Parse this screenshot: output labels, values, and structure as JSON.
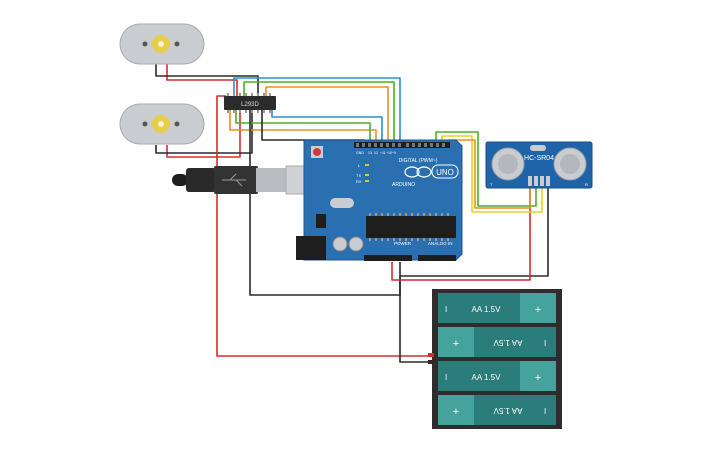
{
  "canvas": {
    "components": {
      "motor_top": {
        "type": "dc-motor"
      },
      "motor_bottom": {
        "type": "dc-motor"
      },
      "driver": {
        "label": "L293D"
      },
      "usb_cable": {
        "type": "usb-b-cable"
      },
      "arduino": {
        "brand": "ARDUINO",
        "model": "UNO",
        "digital_label": "DIGITAL (PWM~)",
        "power_label": "POWER",
        "analog_label": "ANALOG IN",
        "tx_label": "TX",
        "rx_label": "RX",
        "l_label": "L",
        "on_label": "ON"
      },
      "sensor": {
        "label": "HC-SR04",
        "left_mark": "T",
        "right_mark": "R"
      },
      "battery_pack": {
        "cells": [
          {
            "label": "AA 1.5V",
            "plus": "+",
            "minus": "I",
            "flipped": false
          },
          {
            "label": "AA 1.5V",
            "plus": "+",
            "minus": "I",
            "flipped": true
          },
          {
            "label": "AA 1.5V",
            "plus": "+",
            "minus": "I",
            "flipped": false
          },
          {
            "label": "AA 1.5V",
            "plus": "+",
            "minus": "I",
            "flipped": true
          }
        ]
      }
    },
    "wire_colors": {
      "red": "#d92b2b",
      "black": "#2a2a2a",
      "orange": "#e8901f",
      "green": "#4caf2a",
      "blue": "#2a8fd1",
      "yellow": "#e8d21f"
    },
    "board_color": "#2a6fb0",
    "sensor_color": "#1f63a8",
    "battery_color": "#2a7d7a"
  }
}
